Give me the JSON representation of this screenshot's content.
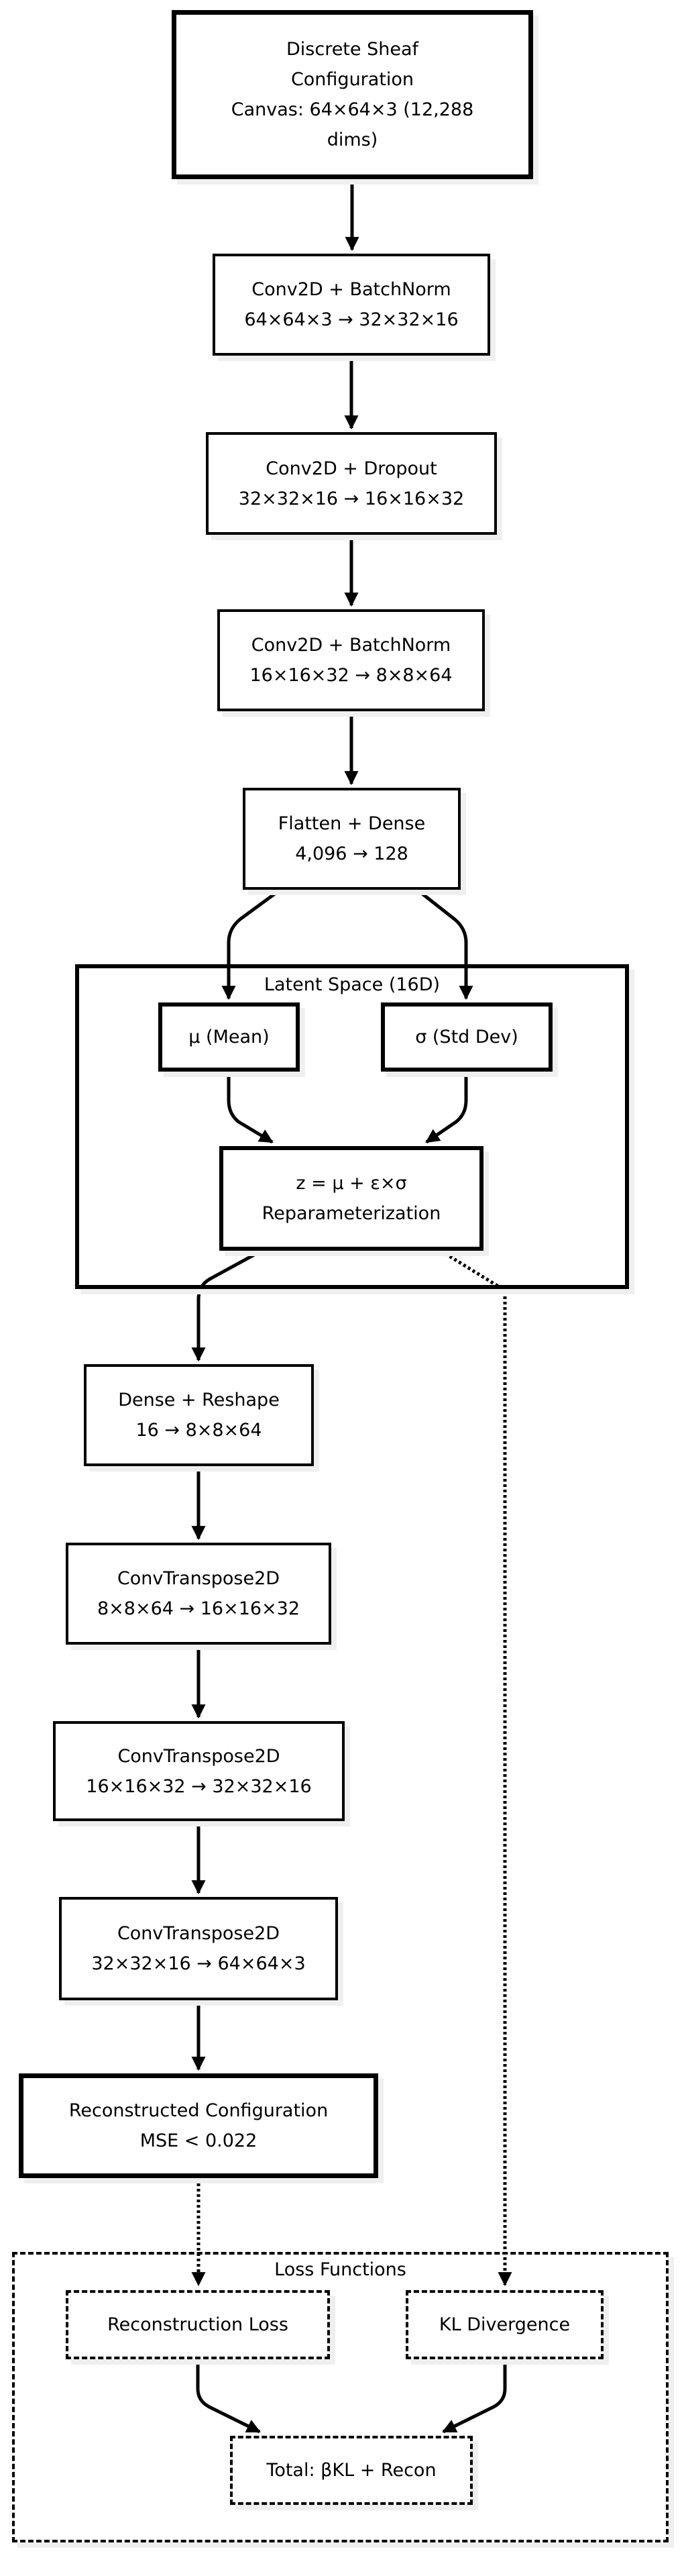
{
  "diagram": {
    "nodes": {
      "input": {
        "lines": [
          "Discrete Sheaf",
          "Configuration",
          "Canvas: 64×64×3 (12,288",
          "dims)"
        ]
      },
      "enc1": {
        "lines": [
          "Conv2D + BatchNorm",
          "64×64×3 → 32×32×16"
        ]
      },
      "enc2": {
        "lines": [
          "Conv2D + Dropout",
          "32×32×16 → 16×16×32"
        ]
      },
      "enc3": {
        "lines": [
          "Conv2D + BatchNorm",
          "16×16×32 → 8×8×64"
        ]
      },
      "flatten": {
        "lines": [
          "Flatten + Dense",
          "4,096 → 128"
        ]
      },
      "mu": {
        "lines": [
          "μ (Mean)"
        ]
      },
      "sigma": {
        "lines": [
          "σ (Std Dev)"
        ]
      },
      "reparam": {
        "lines": [
          "z = μ + ε×σ",
          "Reparameterization"
        ]
      },
      "dense": {
        "lines": [
          "Dense + Reshape",
          "16 → 8×8×64"
        ]
      },
      "dec1": {
        "lines": [
          "ConvTranspose2D",
          "8×8×64 → 16×16×32"
        ]
      },
      "dec2": {
        "lines": [
          "ConvTranspose2D",
          "16×16×32 → 32×32×16"
        ]
      },
      "dec3": {
        "lines": [
          "ConvTranspose2D",
          "32×32×16 → 64×64×3"
        ]
      },
      "recon": {
        "lines": [
          "Reconstructed Configuration",
          "MSE < 0.022"
        ]
      },
      "recon_loss": {
        "lines": [
          "Reconstruction Loss"
        ]
      },
      "kl": {
        "lines": [
          "KL Divergence"
        ]
      },
      "total": {
        "lines": [
          "Total: βKL + Recon"
        ]
      }
    },
    "groups": {
      "latent": {
        "label": "Latent Space (16D)"
      },
      "loss": {
        "label": "Loss Functions"
      }
    },
    "edges": [
      {
        "from": "input",
        "to": "enc1",
        "style": "solid"
      },
      {
        "from": "enc1",
        "to": "enc2",
        "style": "solid"
      },
      {
        "from": "enc2",
        "to": "enc3",
        "style": "solid"
      },
      {
        "from": "enc3",
        "to": "flatten",
        "style": "solid"
      },
      {
        "from": "flatten",
        "to": "mu",
        "style": "solid"
      },
      {
        "from": "flatten",
        "to": "sigma",
        "style": "solid"
      },
      {
        "from": "mu",
        "to": "reparam",
        "style": "solid"
      },
      {
        "from": "sigma",
        "to": "reparam",
        "style": "solid"
      },
      {
        "from": "reparam",
        "to": "dense",
        "style": "solid"
      },
      {
        "from": "reparam",
        "to": "kl",
        "style": "dotted"
      },
      {
        "from": "dense",
        "to": "dec1",
        "style": "solid"
      },
      {
        "from": "dec1",
        "to": "dec2",
        "style": "solid"
      },
      {
        "from": "dec2",
        "to": "dec3",
        "style": "solid"
      },
      {
        "from": "dec3",
        "to": "recon",
        "style": "solid"
      },
      {
        "from": "recon",
        "to": "recon_loss",
        "style": "dotted"
      },
      {
        "from": "recon_loss",
        "to": "total",
        "style": "solid"
      },
      {
        "from": "kl",
        "to": "total",
        "style": "solid"
      }
    ],
    "colors": {
      "stroke": "#000000",
      "shadow": "#efefef",
      "fill": "#ffffff"
    }
  }
}
